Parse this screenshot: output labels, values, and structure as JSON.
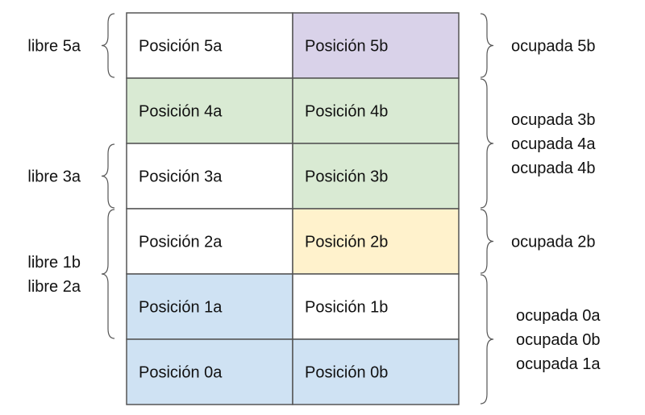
{
  "colors": {
    "white": "#ffffff",
    "purple": "#d9d2e9",
    "green": "#d9ead3",
    "yellow": "#fff2cc",
    "blue": "#cfe2f3",
    "border": "#555555"
  },
  "grid": {
    "rows": [
      {
        "a": {
          "label": "Posición 5a",
          "color": "white"
        },
        "b": {
          "label": "Posición 5b",
          "color": "purple"
        }
      },
      {
        "a": {
          "label": "Posición 4a",
          "color": "green"
        },
        "b": {
          "label": "Posición 4b",
          "color": "green"
        }
      },
      {
        "a": {
          "label": "Posición 3a",
          "color": "white"
        },
        "b": {
          "label": "Posición 3b",
          "color": "green"
        }
      },
      {
        "a": {
          "label": "Posición 2a",
          "color": "white"
        },
        "b": {
          "label": "Posición 2b",
          "color": "yellow"
        }
      },
      {
        "a": {
          "label": "Posición 1a",
          "color": "blue"
        },
        "b": {
          "label": "Posición 1b",
          "color": "white"
        }
      },
      {
        "a": {
          "label": "Posición 0a",
          "color": "blue"
        },
        "b": {
          "label": "Posición 0b",
          "color": "blue"
        }
      }
    ]
  },
  "left_groups": [
    {
      "rows": [
        0,
        0
      ],
      "lines": [
        "libre 5a"
      ]
    },
    {
      "rows": [
        2,
        2
      ],
      "lines": [
        "libre 3a"
      ]
    },
    {
      "rows": [
        3,
        4
      ],
      "lines": [
        "libre 1b",
        "libre 2a"
      ]
    }
  ],
  "right_groups": [
    {
      "rows": [
        0,
        0
      ],
      "lines": [
        "ocupada 5b"
      ]
    },
    {
      "rows": [
        1,
        2
      ],
      "lines": [
        "ocupada 3b",
        "ocupada 4a",
        "ocupada 4b"
      ]
    },
    {
      "rows": [
        3,
        3
      ],
      "lines": [
        "ocupada 2b"
      ]
    },
    {
      "rows": [
        4,
        5
      ],
      "lines": [
        "ocupada 0a",
        "ocupada 0b",
        "ocupada 1a"
      ]
    }
  ]
}
